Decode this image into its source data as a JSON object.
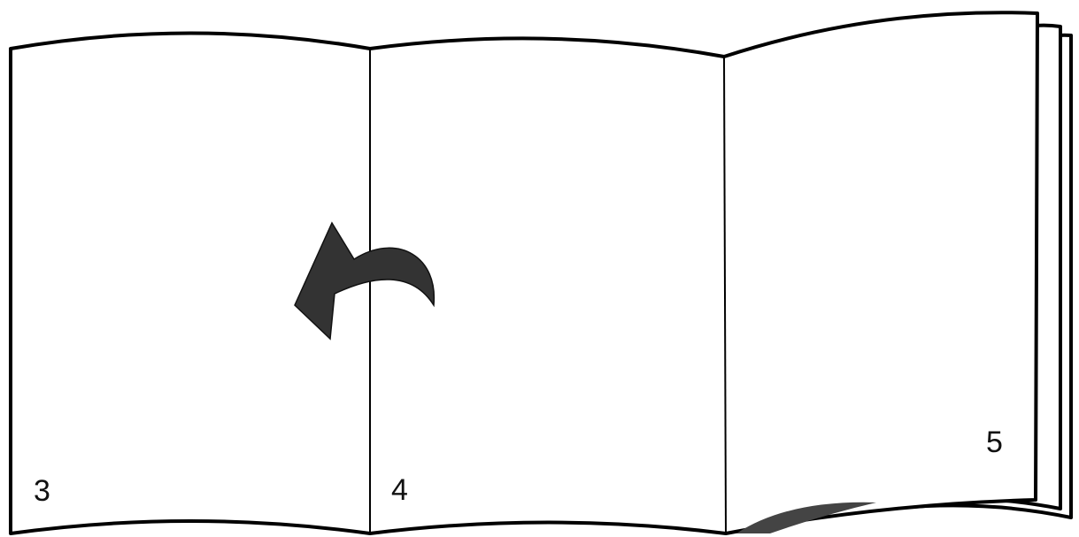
{
  "pages": [
    {
      "number": "3"
    },
    {
      "number": "4"
    },
    {
      "number": "5"
    }
  ],
  "colors": {
    "line": "#000000",
    "arrow": "#333333",
    "background": "#ffffff"
  },
  "icons": {
    "fold_arrow": "curved-arrow-left-icon"
  }
}
